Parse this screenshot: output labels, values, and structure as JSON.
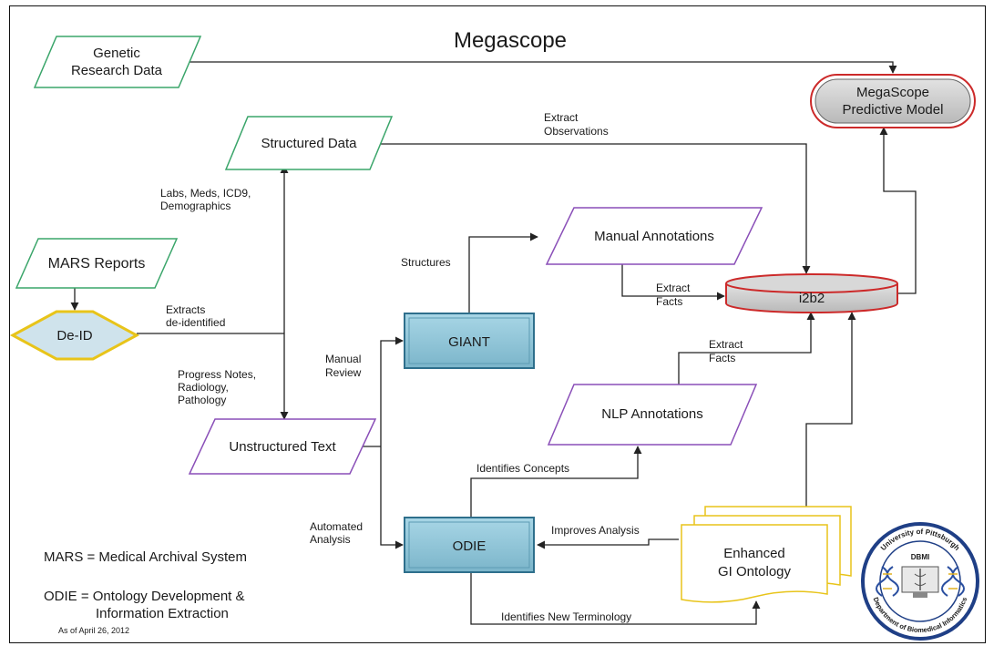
{
  "title": "Megascope",
  "nodes": {
    "genetic": [
      "Genetic",
      "Research Data"
    ],
    "megascope_model": [
      "MegaScope",
      "Predictive Model"
    ],
    "structured": "Structured Data",
    "mars_reports": "MARS Reports",
    "deid": "De-ID",
    "giant": "GIANT",
    "manual_annotations": "Manual Annotations",
    "i2b2": "i2b2",
    "nlp_annotations": "NLP Annotations",
    "unstructured": "Unstructured Text",
    "odie": "ODIE",
    "gi_ontology": [
      "Enhanced",
      "GI Ontology"
    ]
  },
  "edge_labels": {
    "extract_observations": [
      "Extract",
      "Observations"
    ],
    "labs_meds": [
      "Labs, Meds, ICD9,",
      "Demographics"
    ],
    "structures": "Structures",
    "extract_facts_1": [
      "Extract",
      "Facts"
    ],
    "extracts_deidentified": [
      "Extracts",
      "de-identified"
    ],
    "extract_facts_2": [
      "Extract",
      "Facts"
    ],
    "manual_review": [
      "Manual",
      "Review"
    ],
    "progress_notes": [
      "Progress Notes,",
      "Radiology,",
      "Pathology"
    ],
    "identifies_concepts": "Identifies Concepts",
    "automated_analysis": [
      "Automated",
      "Analysis"
    ],
    "improves_analysis": "Improves Analysis",
    "identifies_new_terminology": "Identifies New Terminology"
  },
  "legend": {
    "mars": "MARS = Medical Archival System",
    "odie_line1": "ODIE = Ontology Development &",
    "odie_line2": "Information Extraction",
    "date": "As of April 26, 2012"
  },
  "seal": {
    "top_text": "University of Pittsburgh",
    "center_text": "DBMI",
    "bottom_text": "Department of Biomedical Informatics"
  },
  "colors": {
    "green_border": "#3aa56a",
    "purple_border": "#8a4fb8",
    "red_border": "#cc2a2a",
    "yellow_border": "#e8c41a",
    "teal_fill": "#8fc6d8",
    "teal_border": "#2e6f8c",
    "gray_fill": "#c9c9c9",
    "deid_fill": "#cfe3ec"
  }
}
